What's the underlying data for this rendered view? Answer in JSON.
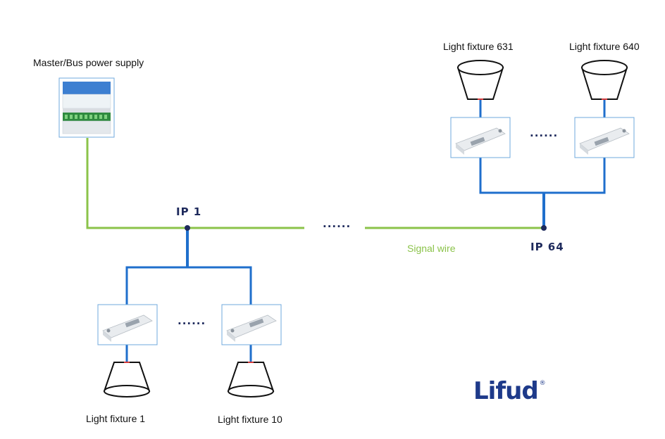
{
  "labels": {
    "power_supply": "Master/Bus power supply",
    "fixture_1": "Light fixture 1",
    "fixture_10": "Light fixture 10",
    "fixture_631": "Light fixture 631",
    "fixture_640": "Light fixture 640",
    "ip_1": "IP 1",
    "ip_64": "IP 64",
    "signal_wire": "Signal wire",
    "ellipsis": "......"
  },
  "brand": {
    "logo_text": "Lifud",
    "registered": "®",
    "color": "#1e3a8a"
  },
  "colors": {
    "signal_wire": "#8bc34a",
    "fixture_wire": "#1f6fcc",
    "node": "#1e2a5c"
  }
}
